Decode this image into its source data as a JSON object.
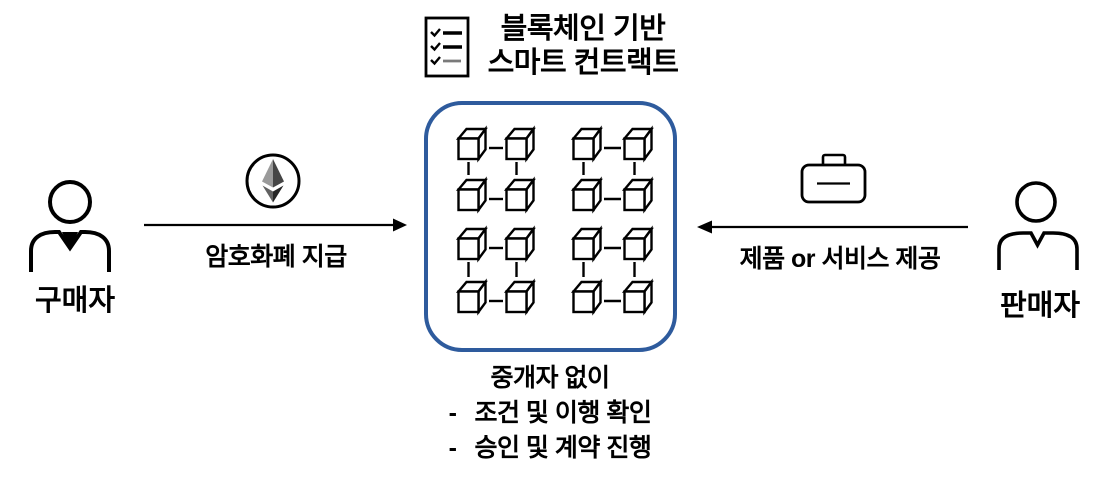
{
  "diagram": {
    "header": {
      "icon": "checklist-icon",
      "title_line1": "블록체인 기반",
      "title_line2": "스마트 컨트랙트"
    },
    "buyer": {
      "icon": "person-with-tie-icon",
      "label": "구매자"
    },
    "seller": {
      "icon": "person-icon",
      "label": "판매자"
    },
    "payment_flow": {
      "icon": "ethereum-coin-icon",
      "label": "암호화폐 지급",
      "direction": "left-to-right"
    },
    "delivery_flow": {
      "icon": "briefcase-icon",
      "label": "제품 or 서비스 제공",
      "direction": "right-to-left"
    },
    "smart_contract_box": {
      "grid_rows": 4,
      "grid_cols": 4
    },
    "footer": {
      "title": "중개자 없이",
      "bullet_marker": "-",
      "bullets": [
        "조건 및 이행 확인",
        "승인 및 계약 진행"
      ]
    },
    "colors": {
      "box_border": "#2e5b9d",
      "ink": "#000000",
      "eth_upper_left": "#9a9a9a",
      "eth_upper_right": "#454545",
      "eth_lower_left": "#616161",
      "eth_lower_right": "#262626"
    }
  }
}
